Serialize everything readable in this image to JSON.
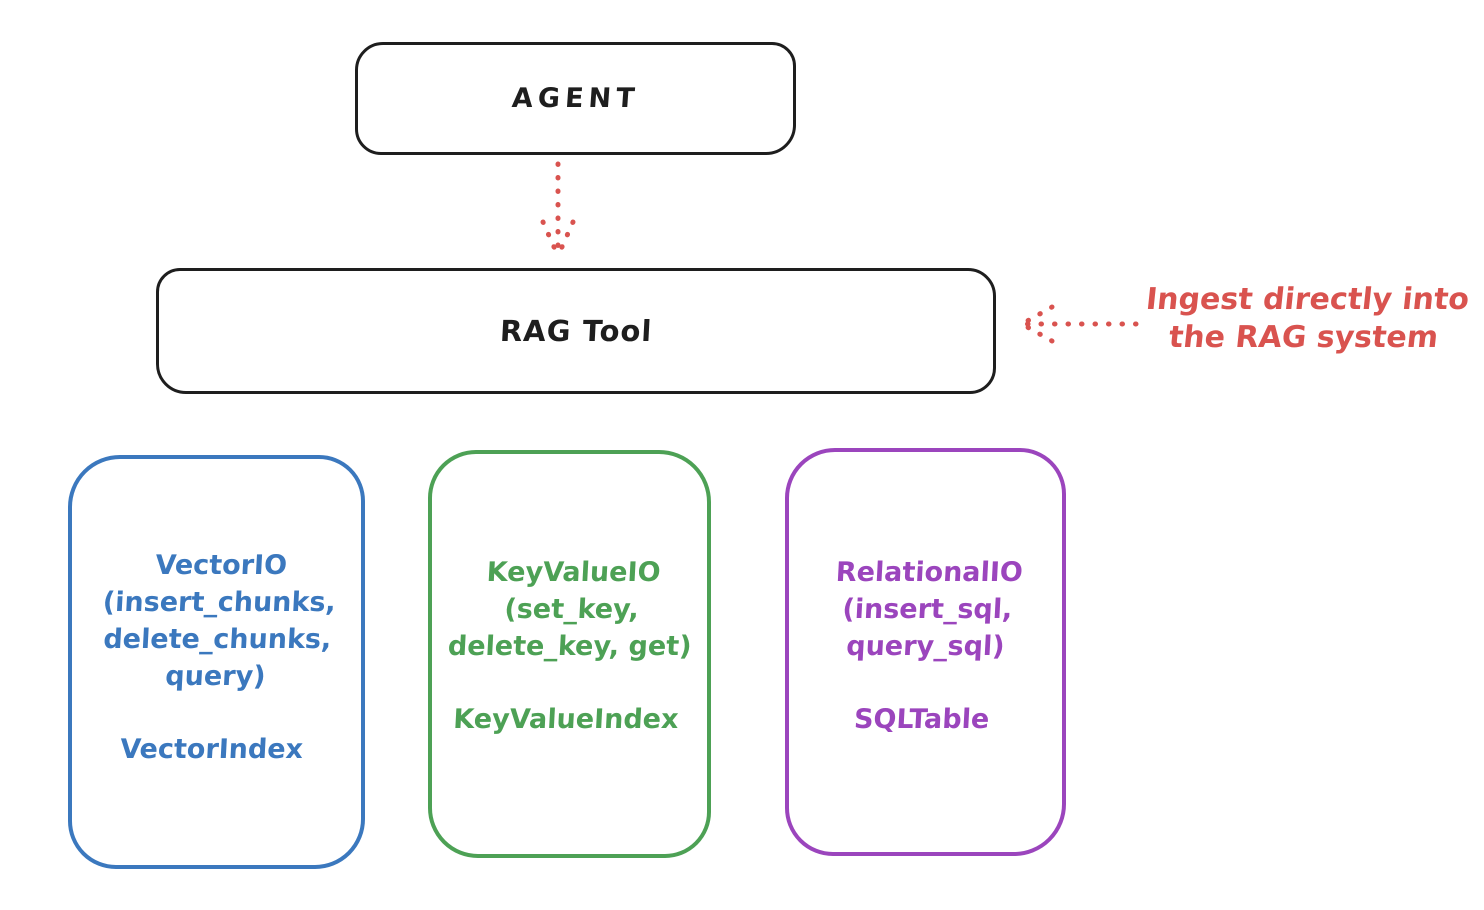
{
  "agent_box": {
    "label": "AGENT"
  },
  "rag_tool_box": {
    "label": "RAG Tool"
  },
  "annotation": {
    "line1": "Ingest directly into",
    "line2": "the RAG system",
    "color": "#d9534f"
  },
  "arrows": {
    "agent_to_rag_tool": "dotted-arrow-down",
    "annotation_to_rag_tool": "dotted-arrow-left",
    "color": "#d9534f"
  },
  "io_boxes": [
    {
      "title": "VectorIO",
      "method_lines": [
        "(insert_chunks,",
        "delete_chunks,",
        "query)"
      ],
      "index_label": "VectorIndex",
      "color": "#3b78be"
    },
    {
      "title": "KeyValueIO",
      "method_lines": [
        "(set_key,",
        "delete_key, get)"
      ],
      "index_label": "KeyValueIndex",
      "color": "#4da155"
    },
    {
      "title": "RelationalIO",
      "method_lines": [
        "(insert_sql,",
        "query_sql)"
      ],
      "index_label": "SQLTable",
      "color": "#9b45bd"
    }
  ]
}
